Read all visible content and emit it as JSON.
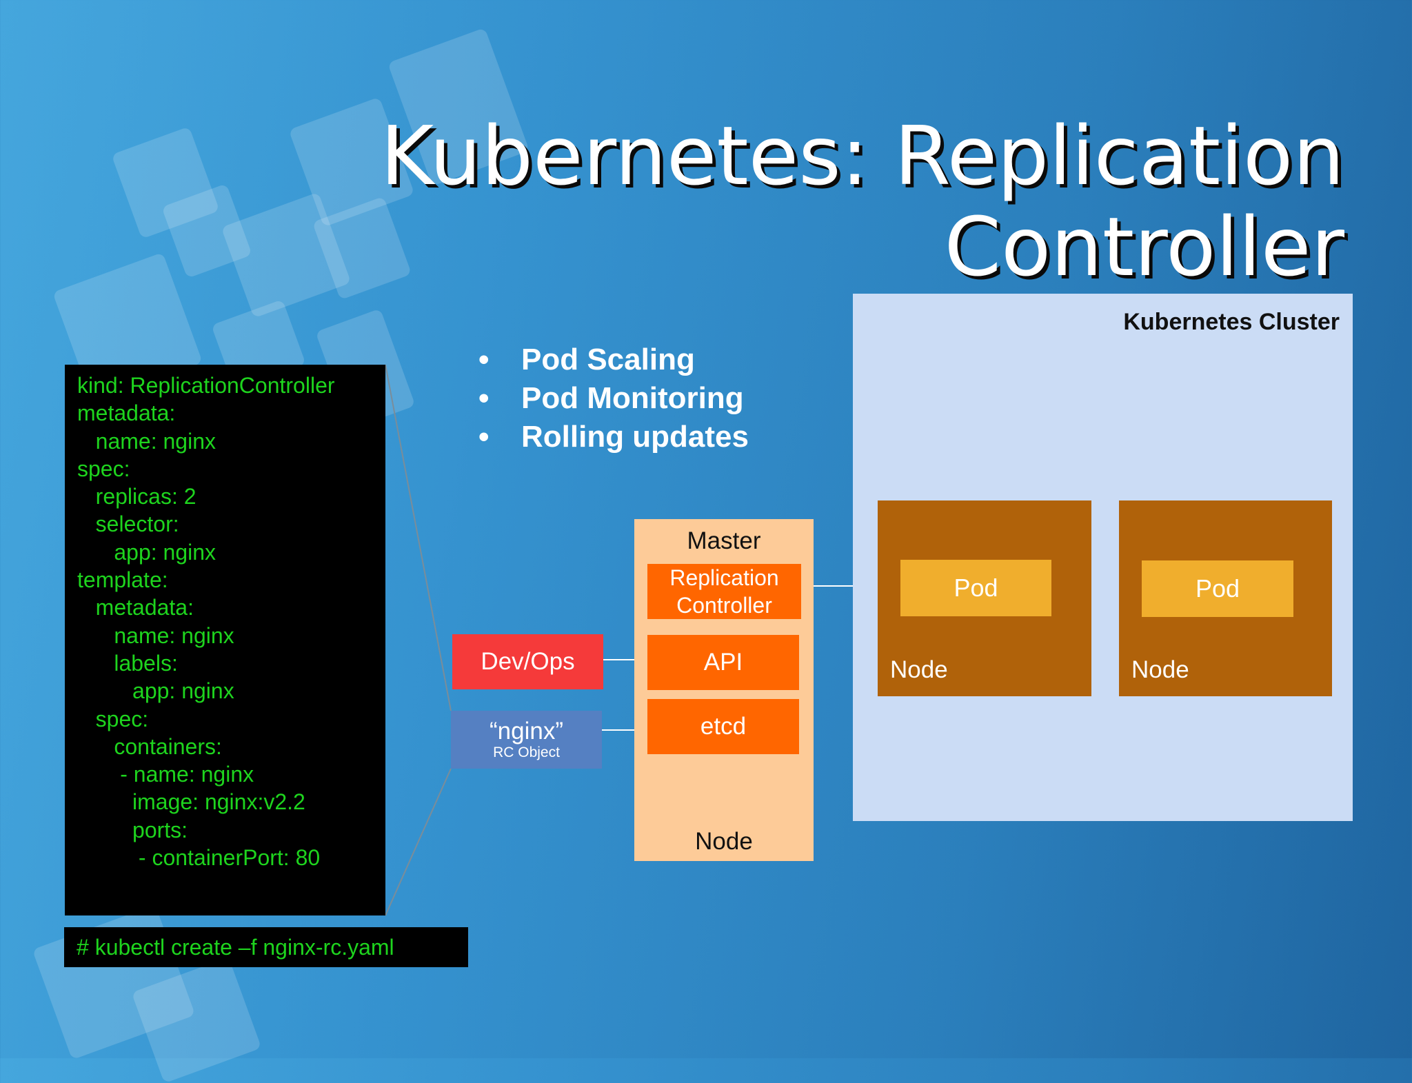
{
  "title": {
    "line1": "Kubernetes: Replication",
    "line2": "Controller"
  },
  "yaml_lines": [
    "kind: ReplicationController",
    "metadata:",
    "   name: nginx",
    "spec:",
    "   replicas: 2",
    "   selector:",
    "      app: nginx",
    "template:",
    "   metadata:",
    "      name: nginx",
    "      labels:",
    "         app: nginx",
    "   spec:",
    "      containers:",
    "       - name: nginx",
    "         image: nginx:v2.2",
    "         ports:",
    "          - containerPort: 80"
  ],
  "command": "# kubectl create –f nginx-rc.yaml",
  "bullets": [
    "Pod Scaling",
    "Pod Monitoring",
    "Rolling updates"
  ],
  "cluster": {
    "title": "Kubernetes Cluster",
    "nodes": [
      {
        "pod": "Pod",
        "label": "Node"
      },
      {
        "pod": "Pod",
        "label": "Node"
      }
    ]
  },
  "master": {
    "title": "Master",
    "rc_line1": "Replication",
    "rc_line2": "Controller",
    "api": "API",
    "etcd": "etcd",
    "footer": "Node"
  },
  "devops": "Dev/Ops",
  "rc_object": {
    "name": "“nginx”",
    "sublabel": "RC Object"
  },
  "colors": {
    "code_text": "#1ed41e",
    "cluster_bg": "#cbdcf5",
    "worker_node": "#b0620a",
    "pod": "#f0ae2d",
    "master_bg": "#fdcb98",
    "component": "#ff6600",
    "devops": "#f53a3a",
    "rc_object": "#5580c2"
  }
}
